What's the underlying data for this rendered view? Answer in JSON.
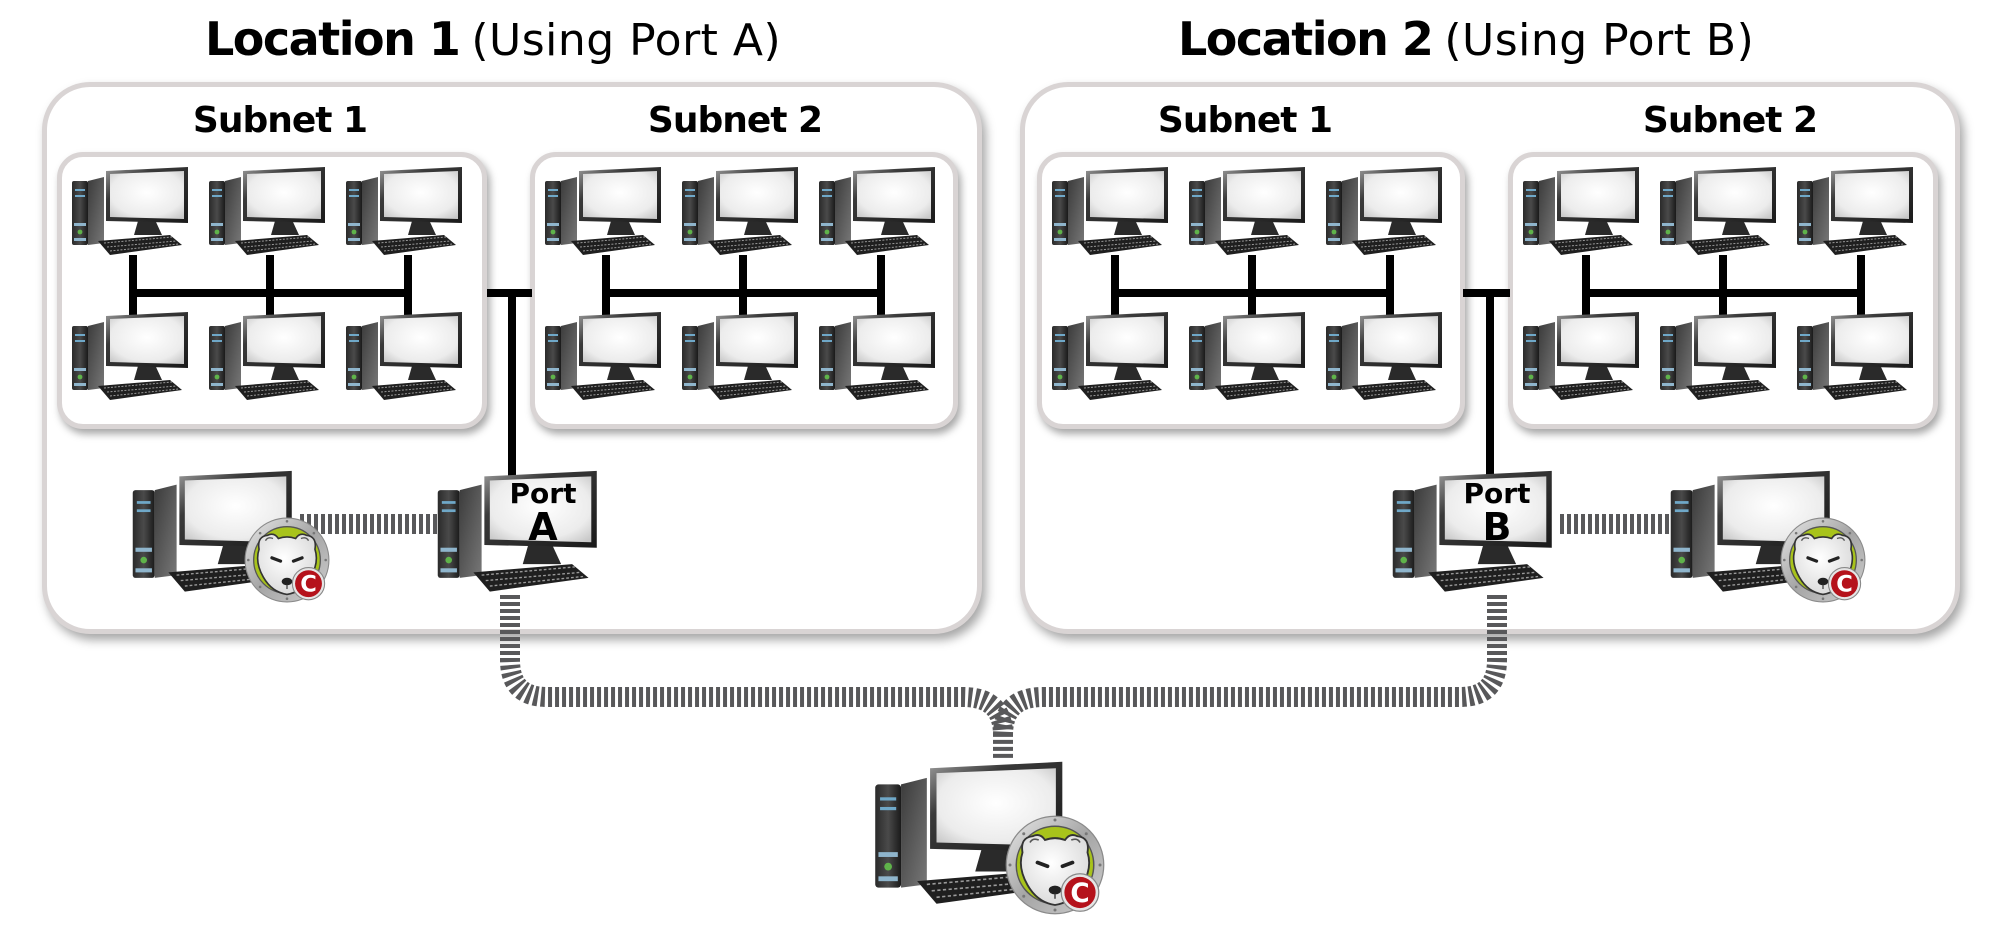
{
  "locations": [
    {
      "title_bold": "Location 1",
      "title_light": "(Using Port A)",
      "subnets": [
        {
          "label": "Subnet 1",
          "computers": 6
        },
        {
          "label": "Subnet 2",
          "computers": 6
        }
      ],
      "port": {
        "line1": "Port",
        "line2": "A"
      },
      "console_icon": "deep-freeze-polar-bear-badge",
      "console_badge_letter": "C"
    },
    {
      "title_bold": "Location 2",
      "title_light": "(Using Port B)",
      "subnets": [
        {
          "label": "Subnet 1",
          "computers": 6
        },
        {
          "label": "Subnet 2",
          "computers": 6
        }
      ],
      "port": {
        "line1": "Port",
        "line2": "B"
      },
      "console_icon": "deep-freeze-polar-bear-badge",
      "console_badge_letter": "C"
    }
  ],
  "central_console": {
    "icon": "deep-freeze-polar-bear-badge",
    "badge_letter": "C"
  },
  "colors": {
    "box_border": "#d9d4d4",
    "lan_line": "#000000",
    "dashed_link": "#58585a",
    "badge_green": "#a8c31b",
    "badge_red": "#b5121b",
    "badge_ring": "#9a9a9a"
  }
}
